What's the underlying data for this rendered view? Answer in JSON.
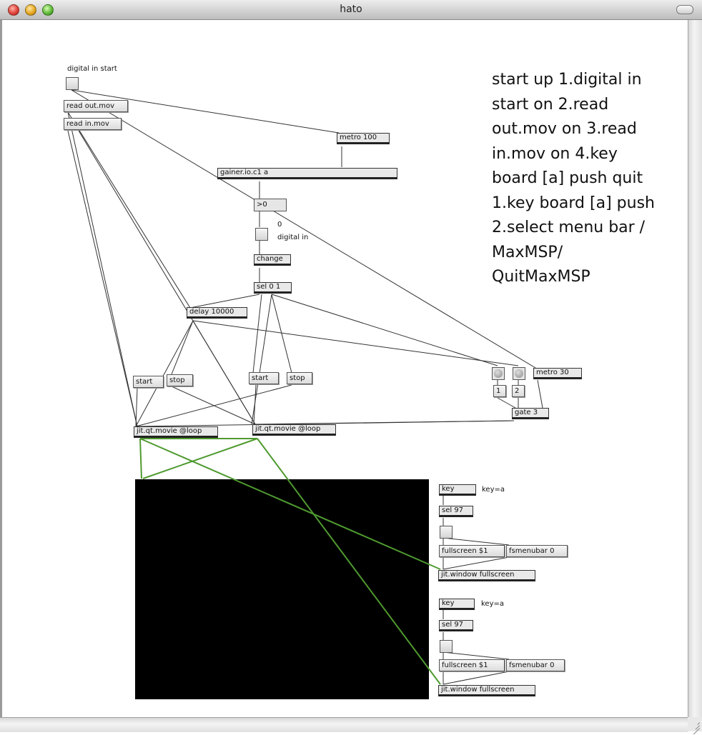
{
  "window": {
    "title": "hato"
  },
  "colors": {
    "patch_line": "#333333",
    "video_line": "#4f9a2f",
    "video_bg": "#000000"
  },
  "instructions": [
    "start up 1.digital in",
    "start on 2.read",
    "out.mov on 3.read",
    "in.mov on 4.key",
    "board [a] push quit",
    "1.key board [a] push",
    "2.select menu bar /",
    "MaxMSP/",
    "QuitMaxMSP"
  ],
  "comments": {
    "digital_in_start": "digital in start",
    "zero": "0",
    "digital_in": "digital in",
    "key_a_1": "key=a",
    "key_a_2": "key=a"
  },
  "messages": {
    "read_out": "read out.mov",
    "read_in": "read in.mov",
    "start1": "start",
    "stop1": "stop",
    "start2": "start",
    "stop2": "stop",
    "one": "1",
    "two": "2",
    "fullscreen1": "fullscreen $1",
    "fsmenubar1": "fsmenubar 0",
    "fullscreen2": "fullscreen $1",
    "fsmenubar2": "fsmenubar 0"
  },
  "objects": {
    "metro100": "metro 100",
    "gainer": "gainer.io.c1 a",
    "change": "change",
    "sel01": "sel 0 1",
    "delay": "delay 10000",
    "metro30": "metro 30",
    "gate3": "gate 3",
    "movie1": "jit.qt.movie @loop",
    "movie2": "jit.qt.movie @loop",
    "key1": "key",
    "sel97_1": "sel 97",
    "window1": "jit.window fullscreen",
    "key2": "key",
    "sel97_2": "sel 97",
    "window2": "jit.window fullscreen"
  },
  "number_box": {
    "value": ">0"
  }
}
